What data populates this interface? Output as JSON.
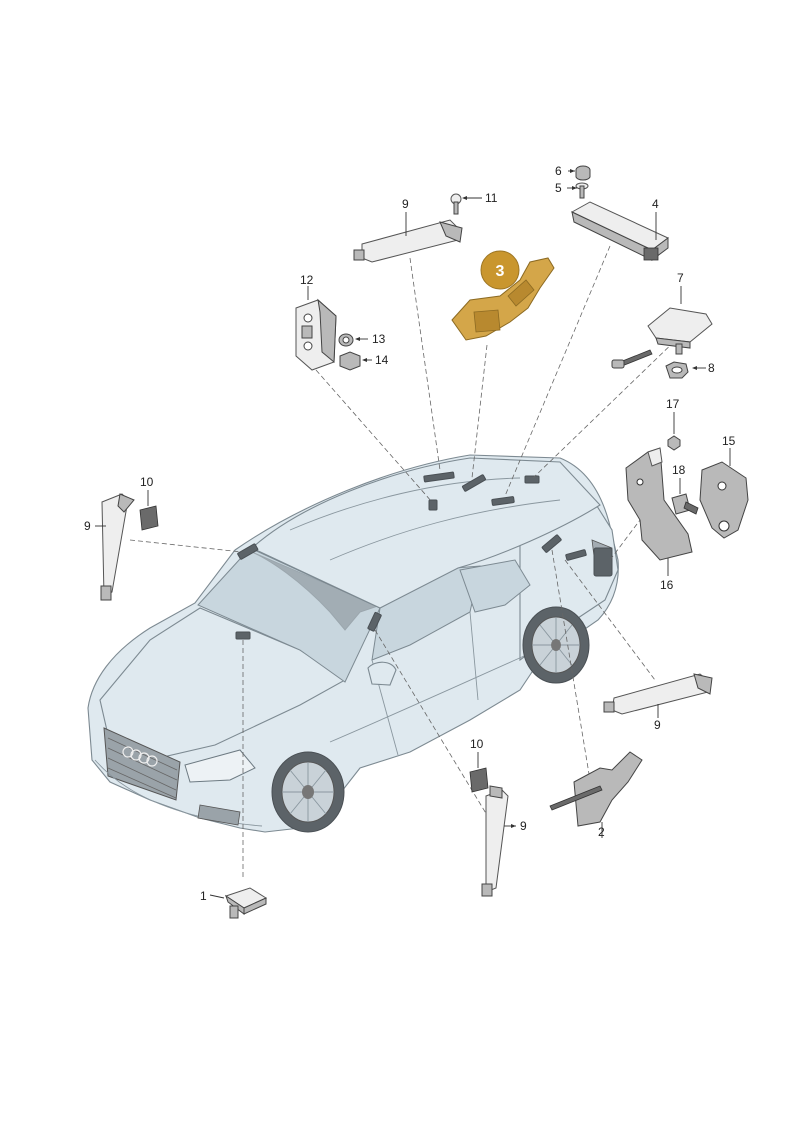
{
  "diagram": {
    "highlighted_callout": "3",
    "callouts": [
      {
        "id": "c1",
        "text": "1"
      },
      {
        "id": "c2",
        "text": "2"
      },
      {
        "id": "c3",
        "text": "3"
      },
      {
        "id": "c4",
        "text": "4"
      },
      {
        "id": "c5",
        "text": "5"
      },
      {
        "id": "c6",
        "text": "6"
      },
      {
        "id": "c7",
        "text": "7"
      },
      {
        "id": "c8",
        "text": "8"
      },
      {
        "id": "c9a",
        "text": "9"
      },
      {
        "id": "c9b",
        "text": "9"
      },
      {
        "id": "c9c",
        "text": "9"
      },
      {
        "id": "c9d",
        "text": "9"
      },
      {
        "id": "c10a",
        "text": "10"
      },
      {
        "id": "c10b",
        "text": "10"
      },
      {
        "id": "c11",
        "text": "11"
      },
      {
        "id": "c12",
        "text": "12"
      },
      {
        "id": "c13",
        "text": "13"
      },
      {
        "id": "c14",
        "text": "14"
      },
      {
        "id": "c15",
        "text": "15"
      },
      {
        "id": "c16",
        "text": "16"
      },
      {
        "id": "c17",
        "text": "17"
      },
      {
        "id": "c18",
        "text": "18"
      }
    ],
    "colors": {
      "highlight": "#d4a649",
      "car_body": "#dfe9ef",
      "part": "#eeeeee",
      "leader": "#666666"
    }
  }
}
